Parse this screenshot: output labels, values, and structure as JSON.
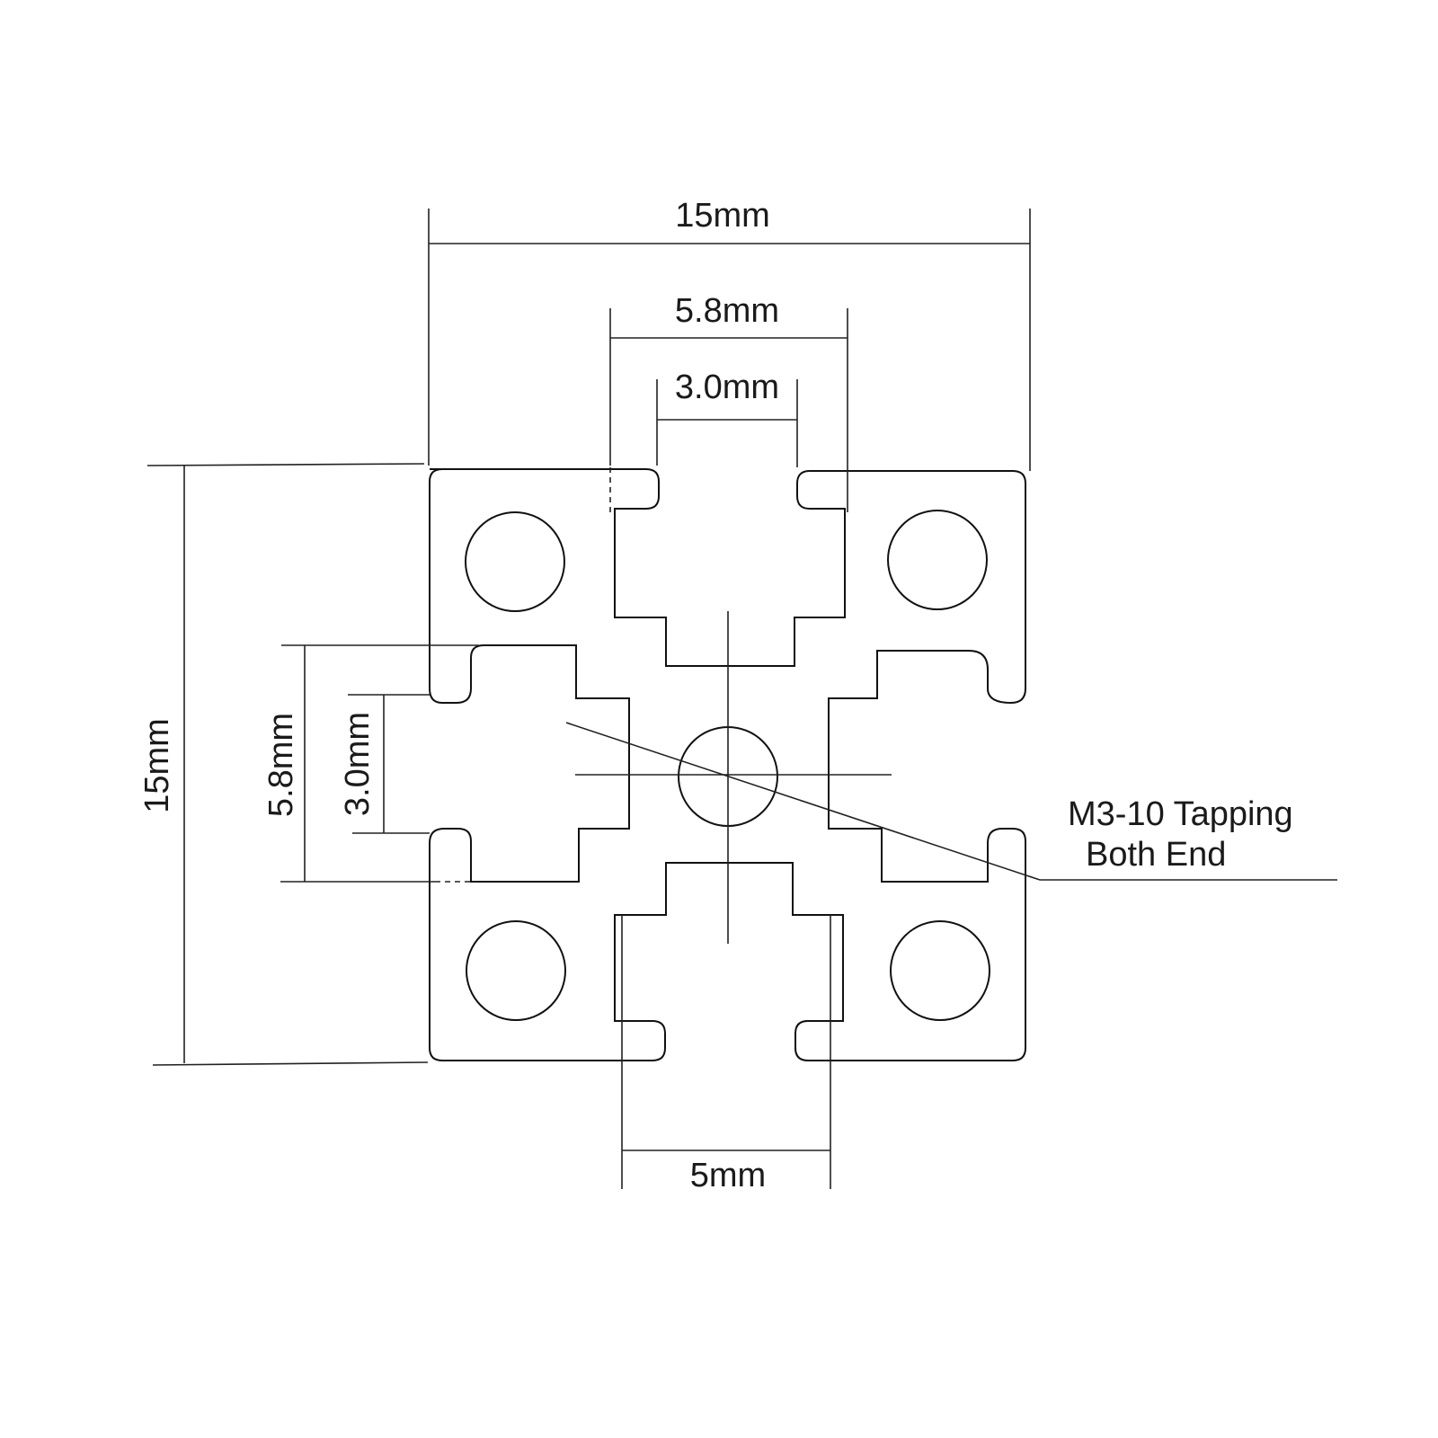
{
  "dimensions": {
    "overall_width": "15mm",
    "slot_outer_width_top": "5.8mm",
    "slot_opening_width_top": "3.0mm",
    "overall_height": "15mm",
    "slot_outer_width_left": "5.8mm",
    "slot_opening_width_left": "3.0mm",
    "slot_width_bottom": "5mm"
  },
  "callout": {
    "line1": "M3-10 Tapping",
    "line2": "Both End"
  },
  "colors": {
    "line": "#111111",
    "background": "#ffffff"
  }
}
